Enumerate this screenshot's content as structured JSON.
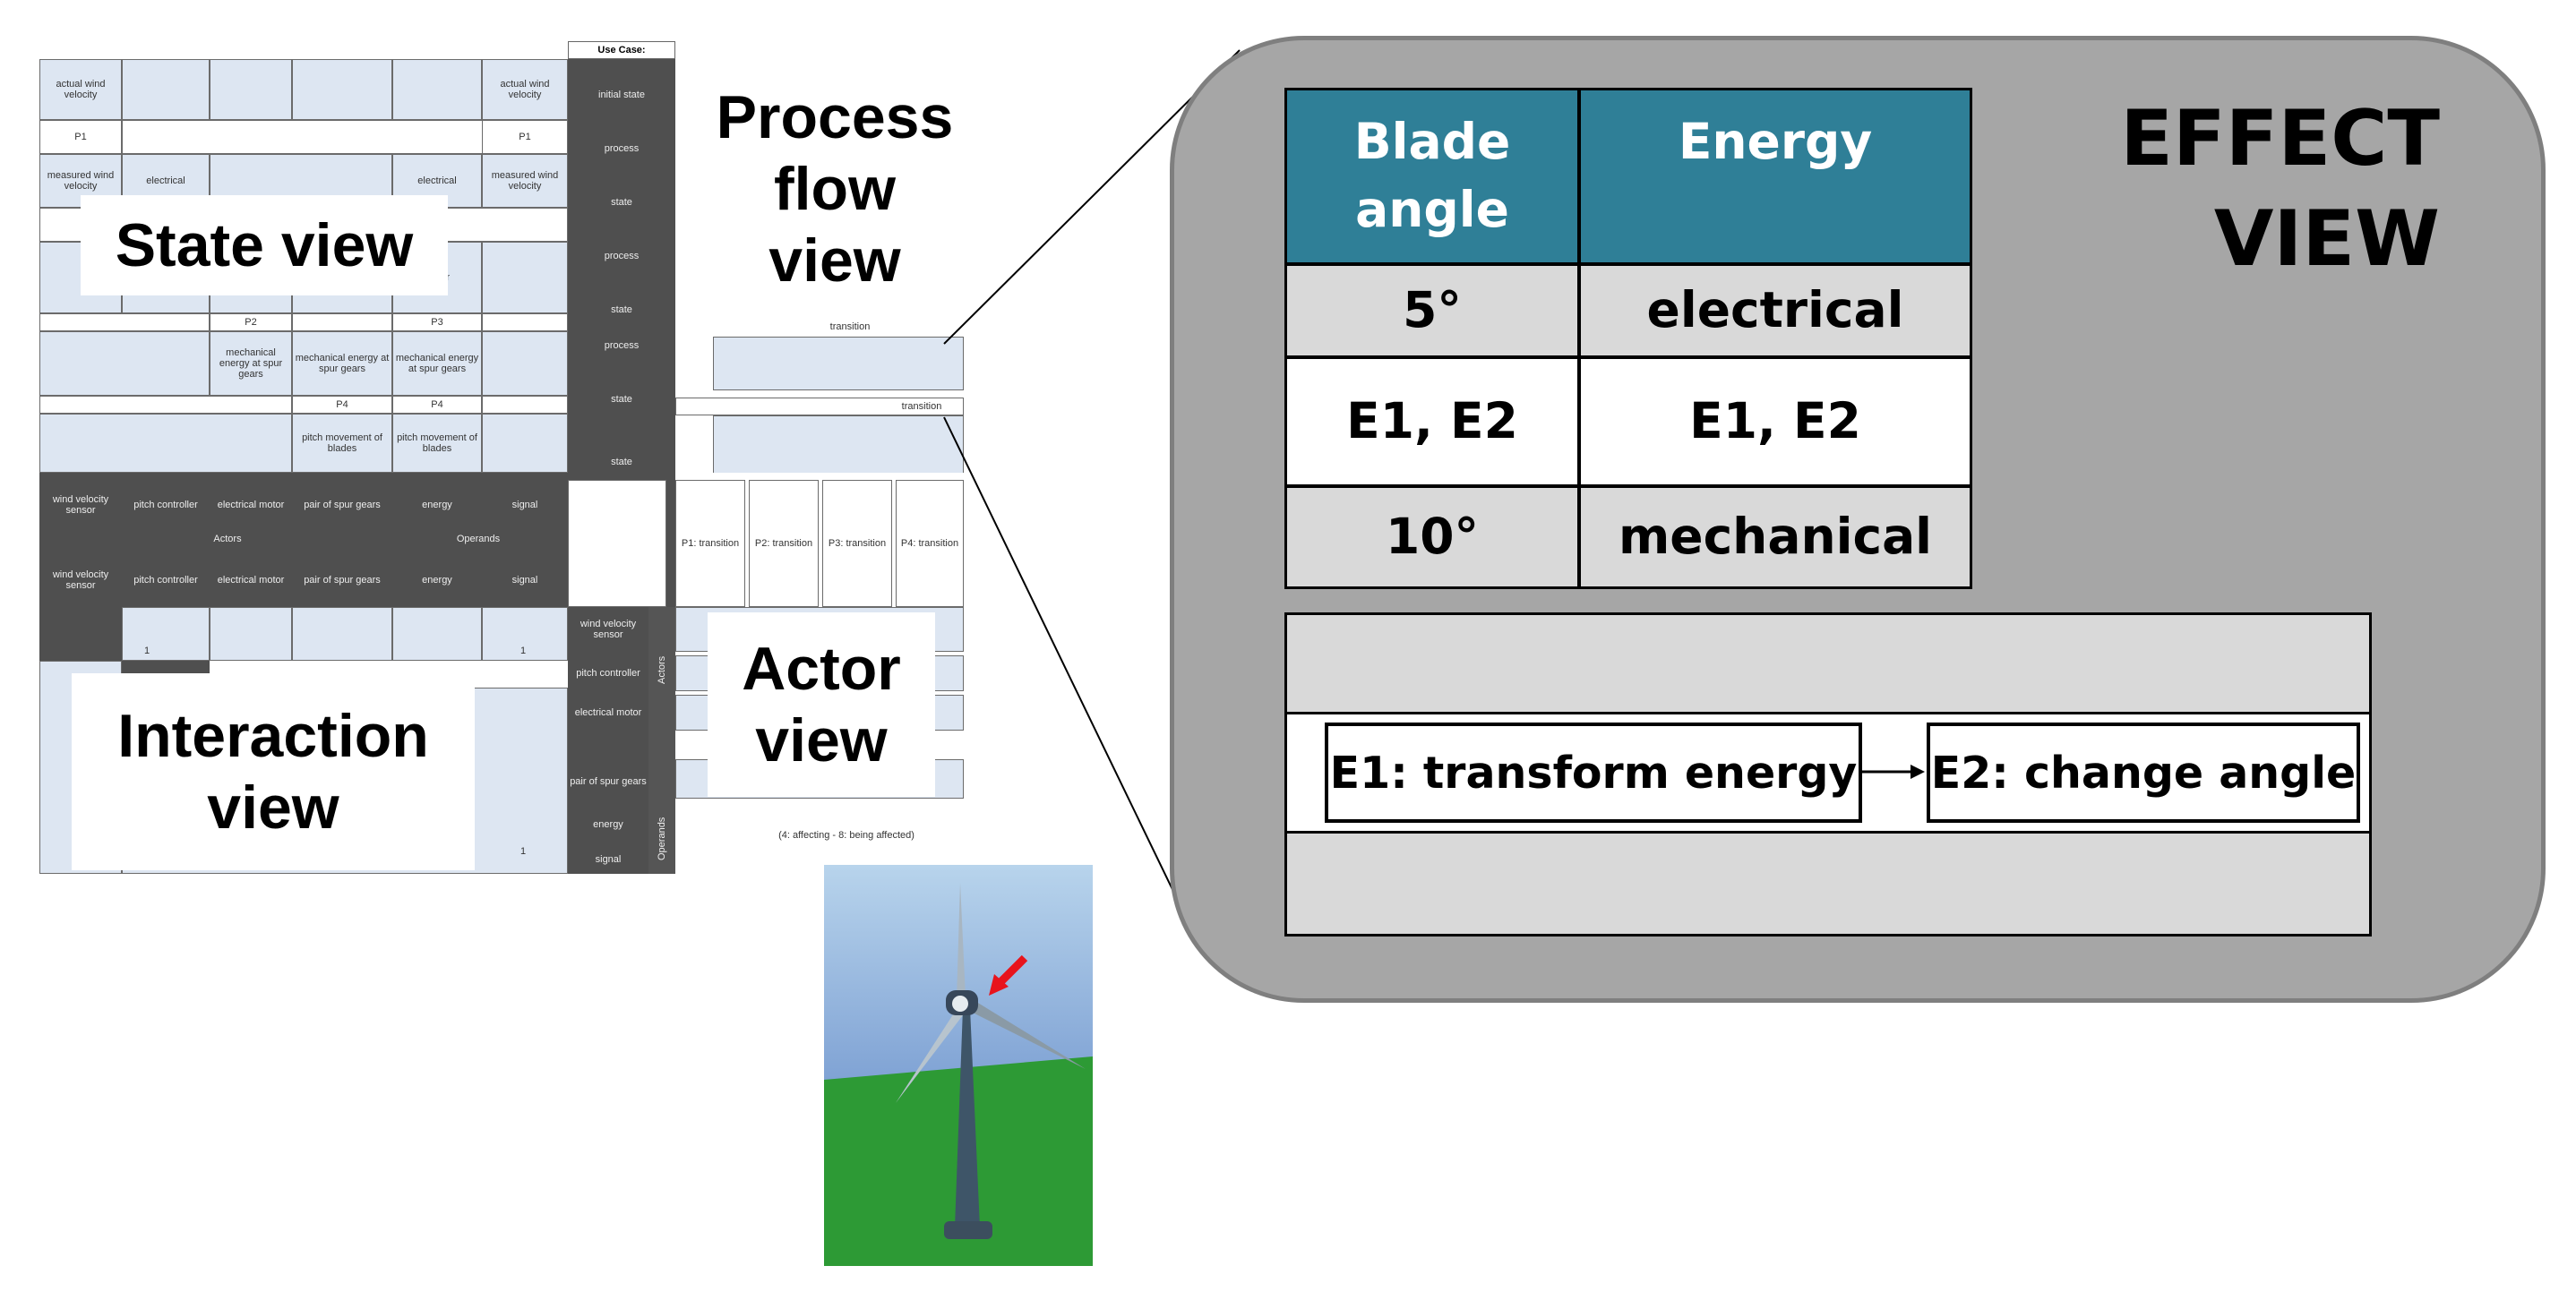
{
  "views": {
    "state_view": "State view",
    "process_flow_view": "Process flow view",
    "interaction_view": "Interaction view",
    "actor_view": "Actor view",
    "effect_view": "EFFECT VIEW"
  },
  "effect_table": {
    "headers": [
      "Blade angle",
      "Energy"
    ],
    "rows": [
      [
        "5°",
        "electrical"
      ],
      [
        "E1, E2",
        "E1, E2"
      ],
      [
        "10°",
        "mechanical"
      ]
    ]
  },
  "effect_flow": {
    "e1": "E1: transform energy",
    "e2": "E2: change angle"
  },
  "colors": {
    "header_teal": "#2f7f97",
    "callout_gray": "#a6a6a6",
    "row_gray": "#d9d9d9",
    "matrix_dark": "#4f4f4f",
    "matrix_light": "#dde6f2",
    "arrow_red": "#e8141c"
  },
  "matrix": {
    "use_case": "Use Case:",
    "row_labels": [
      "initial state",
      "process",
      "state",
      "process",
      "state",
      "process",
      "state",
      "state"
    ],
    "state_cells": {
      "actual_wind_velocity": "actual wind velocity",
      "p1": "P1",
      "measured": "measured wind velocity",
      "electrical": "electrical",
      "motor": "motor",
      "p2": "P2",
      "p3": "P3",
      "mech_energy": "mechanical energy at spur gears",
      "p4": "P4",
      "pitch_movement": "pitch movement of blades"
    },
    "transition": "transition",
    "actors_header": [
      "wind velocity sensor",
      "pitch controller",
      "electrical motor",
      "pair of spur gears",
      "energy",
      "signal"
    ],
    "group_labels": [
      "Actors",
      "Operands"
    ],
    "transitions_header": [
      "P1: transition",
      "P2: transition",
      "P3: transition",
      "P4: transition"
    ],
    "actor_rows": [
      "wind velocity sensor",
      "pitch controller",
      "electrical motor",
      "pair of spur gears",
      "energy",
      "signal"
    ],
    "side_labels": [
      "Actors",
      "Operands"
    ],
    "legend": "(4: affecting - 8: being affected)",
    "marks": [
      "1",
      "1",
      "1"
    ]
  }
}
